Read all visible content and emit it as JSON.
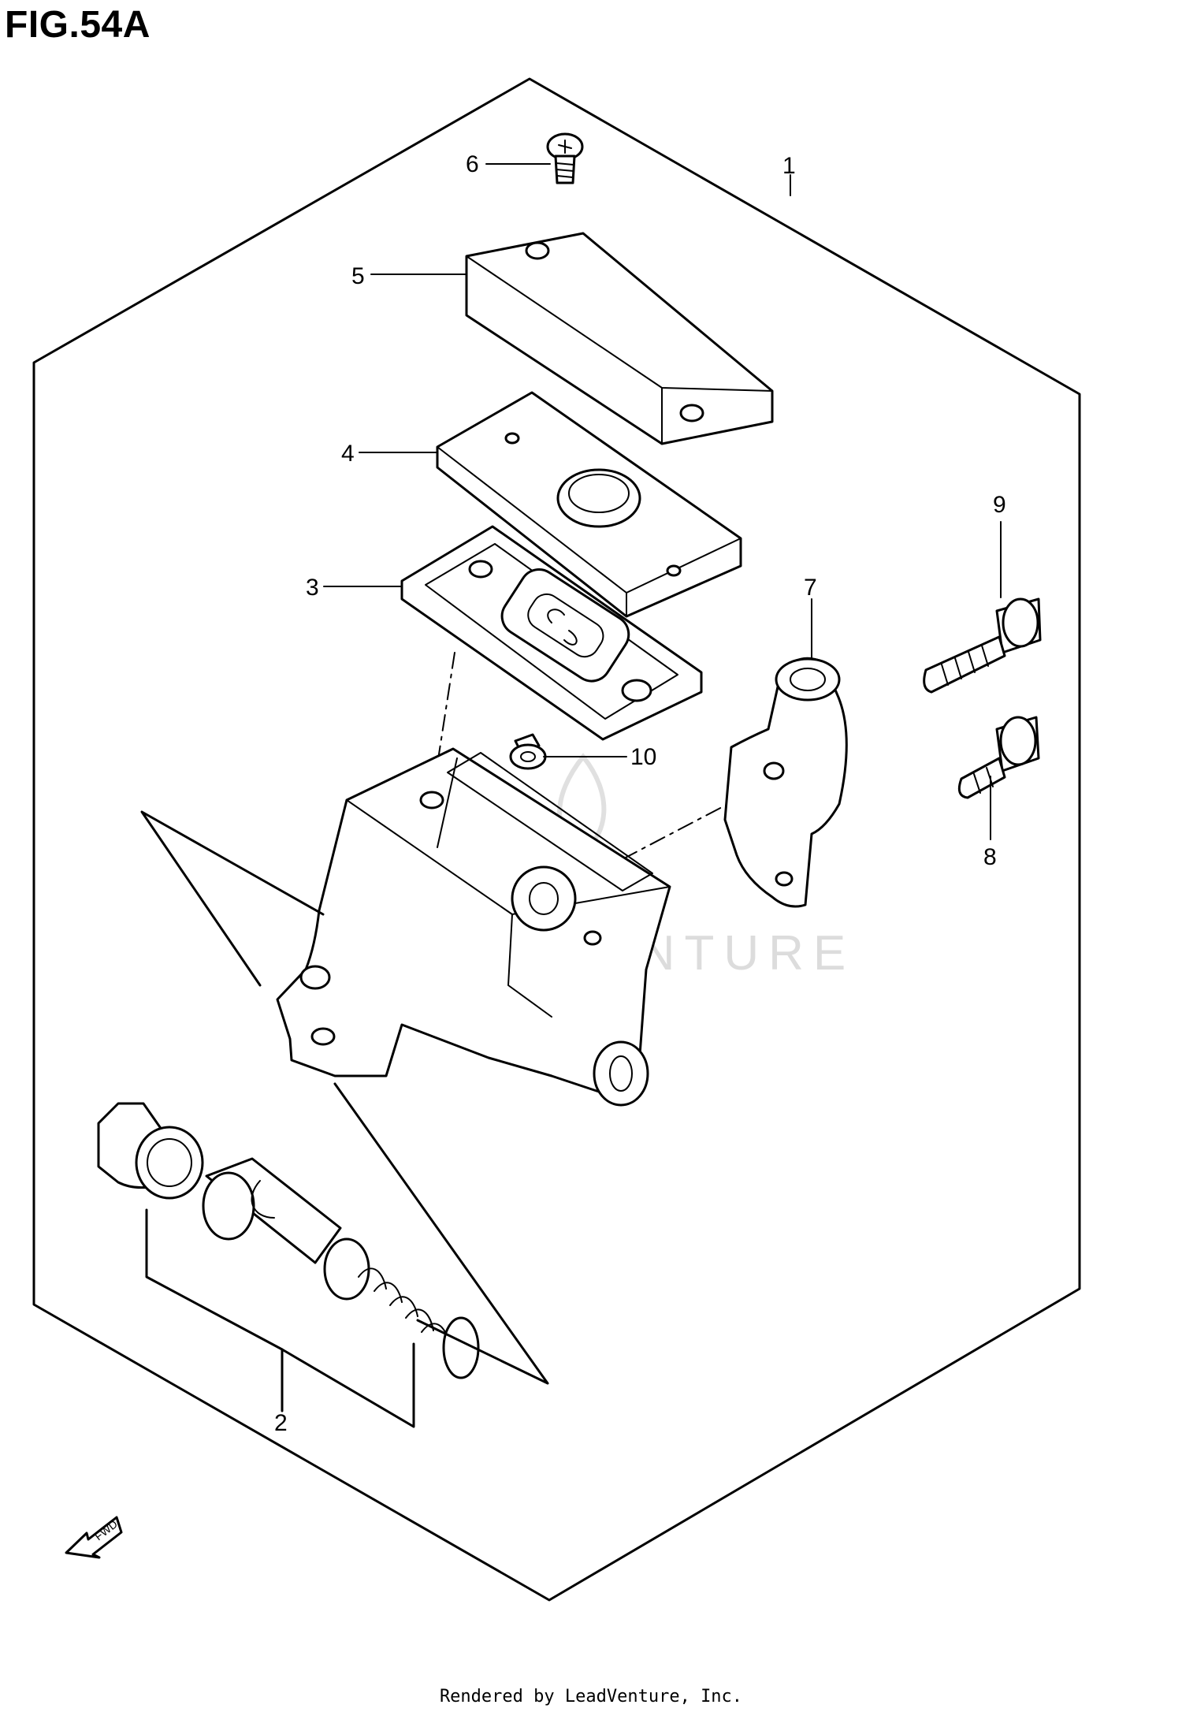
{
  "figure": {
    "title": "FIG.54A",
    "footer": "Rendered by LeadVenture, Inc.",
    "watermark": "LEADVENTURE",
    "fwd_label": "FWD"
  },
  "callouts": [
    "1",
    "2",
    "3",
    "4",
    "5",
    "6",
    "7",
    "8",
    "9",
    "10"
  ],
  "parts": [
    {
      "ref": "1",
      "icon": "master-cylinder-assembly"
    },
    {
      "ref": "2",
      "icon": "piston-set"
    },
    {
      "ref": "3",
      "icon": "plate"
    },
    {
      "ref": "4",
      "icon": "diaphragm"
    },
    {
      "ref": "5",
      "icon": "reservoir-cap"
    },
    {
      "ref": "6",
      "icon": "screw"
    },
    {
      "ref": "7",
      "icon": "holder"
    },
    {
      "ref": "8",
      "icon": "bolt"
    },
    {
      "ref": "9",
      "icon": "bolt"
    },
    {
      "ref": "10",
      "icon": "switch"
    }
  ]
}
